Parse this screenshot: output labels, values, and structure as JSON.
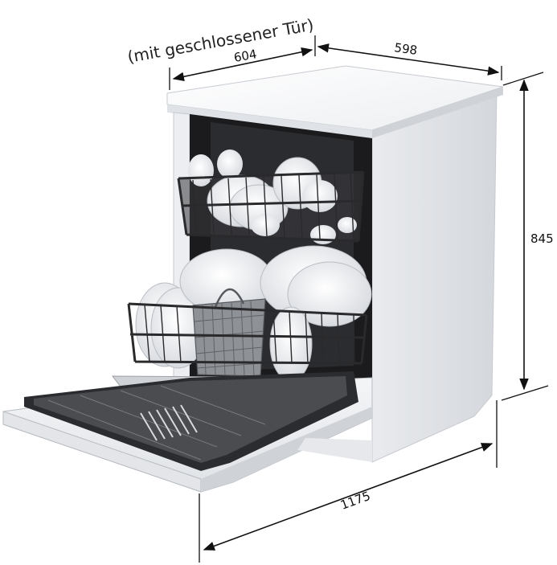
{
  "note": "(mit geschlossener Tür)",
  "dimensions": {
    "width": "604",
    "depth": "598",
    "height": "845",
    "depth_open": "1175"
  },
  "colors": {
    "cabinet": "#f2f3f5",
    "cabinet_shade": "#d9dce1",
    "interior": "#1b1b1d",
    "rack": "#2a2a2c",
    "plate": "#f7f8fa",
    "line": "#111111"
  }
}
